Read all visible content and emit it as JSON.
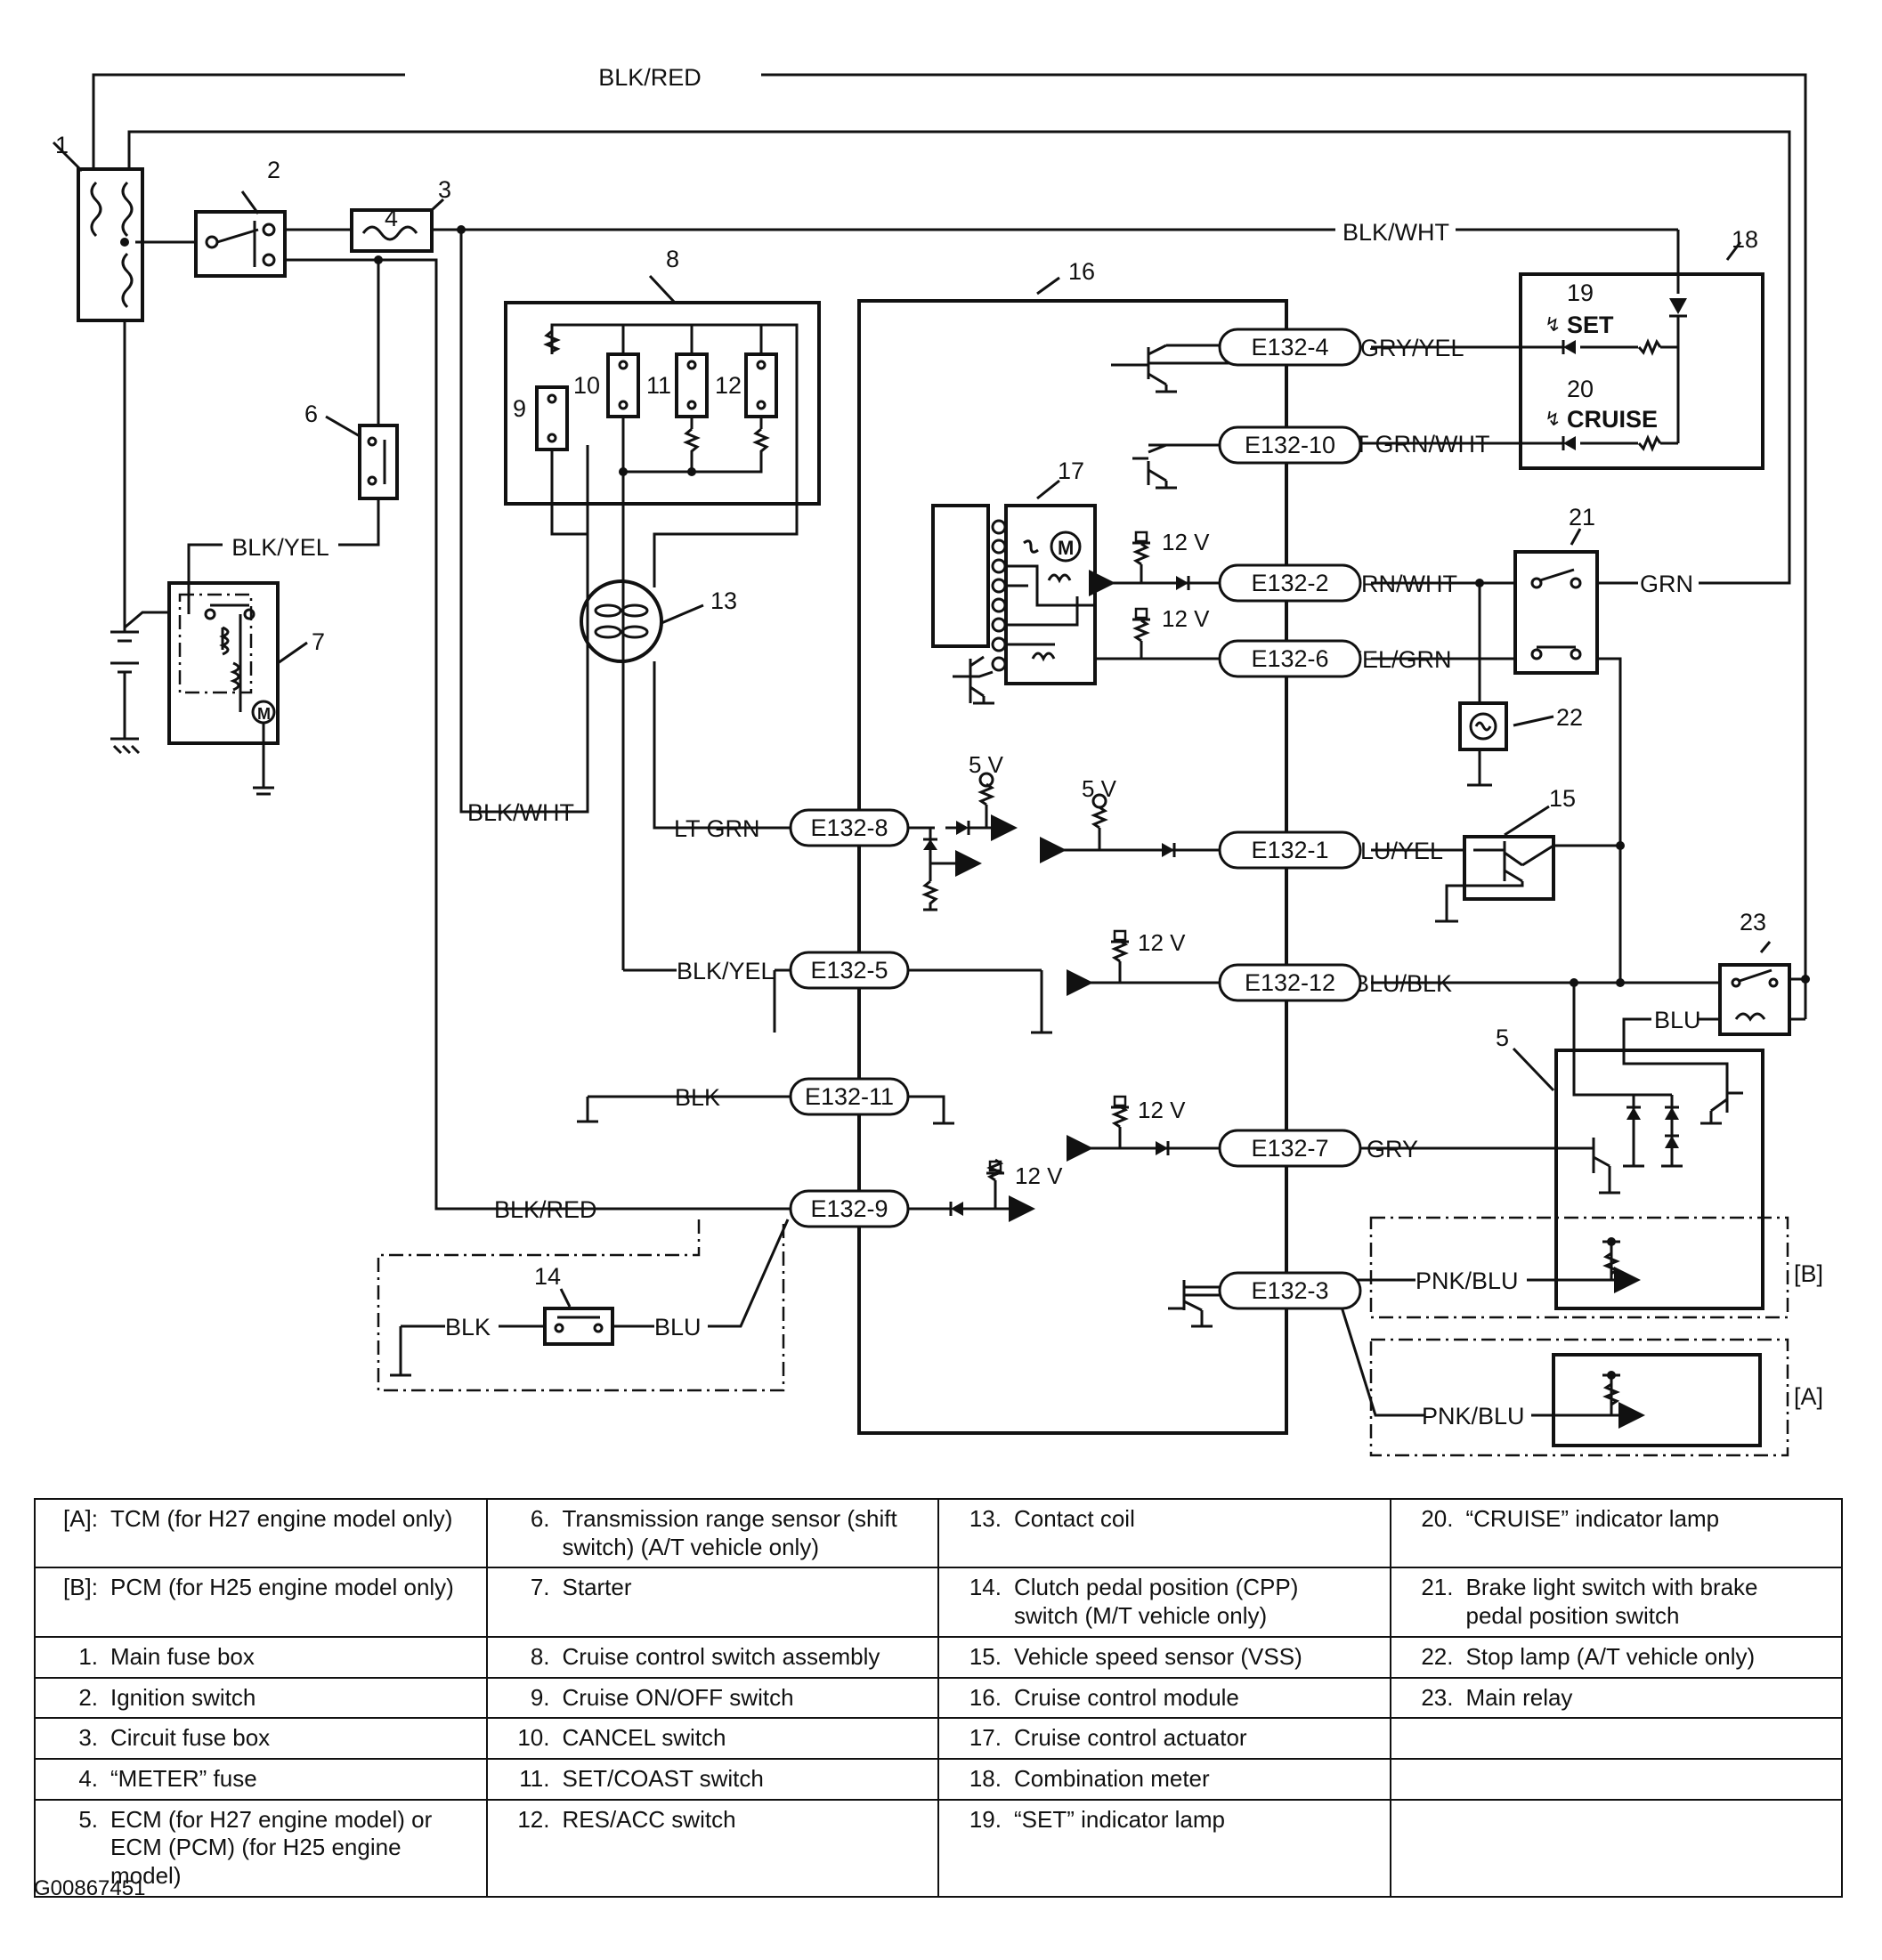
{
  "components": {
    "c1": "1",
    "c2": "2",
    "c3": "3",
    "c4": "4",
    "c5": "5",
    "c6": "6",
    "c7": "7",
    "c8": "8",
    "c9": "9",
    "c10": "10",
    "c11": "11",
    "c12": "12",
    "c13": "13",
    "c14": "14",
    "c15": "15",
    "c16": "16",
    "c17": "17",
    "c18": "18",
    "c19": "19",
    "c20": "20",
    "c21": "21",
    "c22": "22",
    "c23": "23"
  },
  "indicators": {
    "set": "SET",
    "cruise": "CRUISE"
  },
  "terminals": {
    "e132_4": "E132-4",
    "e132_10": "E132-10",
    "e132_2": "E132-2",
    "e132_6": "E132-6",
    "e132_8": "E132-8",
    "e132_1": "E132-1",
    "e132_5": "E132-5",
    "e132_12": "E132-12",
    "e132_11": "E132-11",
    "e132_7": "E132-7",
    "e132_9": "E132-9",
    "e132_3": "E132-3"
  },
  "wires": {
    "blk_red_top": "BLK/RED",
    "blk_wht_top": "BLK/WHT",
    "blk_yel_starter": "BLK/YEL",
    "blk_wht_left": "BLK/WHT",
    "lt_grn": "LT GRN",
    "blk_yel_mid": "BLK/YEL",
    "blk_mid": "BLK",
    "blk_red_low": "BLK/RED",
    "blk_cpp": "BLK",
    "blu_cpp": "BLU",
    "gry_yel": "GRY/YEL",
    "lt_grn_wht": "LT GRN/WHT",
    "grn_wht": "GRN/WHT",
    "grn": "GRN",
    "yel_grn": "YEL/GRN",
    "blu_yel": "BLU/YEL",
    "blu_blk": "BLU/BLK",
    "blu_relay": "BLU",
    "gry": "GRY",
    "pnk_blu_b": "PNK/BLU",
    "pnk_blu_a": "PNK/BLU"
  },
  "voltages": {
    "v12_a": "12 V",
    "v12_b": "12 V",
    "v5_a": "5 V",
    "v5_b": "5 V",
    "v12_c": "12 V",
    "v12_d": "12 V",
    "v12_e": "12 V"
  },
  "blocks": {
    "b": "[B]",
    "a": "[A]"
  },
  "legend": [
    [
      {
        "k": "[A]:",
        "v": "TCM (for H27 engine model only)"
      },
      {
        "k": "6.",
        "v": "Transmission range sensor (shift switch) (A/T vehicle only)"
      },
      {
        "k": "13.",
        "v": "Contact coil"
      },
      {
        "k": "20.",
        "v": "“CRUISE” indicator lamp"
      }
    ],
    [
      {
        "k": "[B]:",
        "v": "PCM (for H25 engine model only)"
      },
      {
        "k": "7.",
        "v": "Starter"
      },
      {
        "k": "14.",
        "v": "Clutch pedal position (CPP) switch (M/T vehicle only)"
      },
      {
        "k": "21.",
        "v": "Brake light switch with brake pedal position switch"
      }
    ],
    [
      {
        "k": "1.",
        "v": "Main fuse box"
      },
      {
        "k": "8.",
        "v": "Cruise control switch assembly"
      },
      {
        "k": "15.",
        "v": "Vehicle speed sensor (VSS)"
      },
      {
        "k": "22.",
        "v": "Stop lamp (A/T vehicle only)"
      }
    ],
    [
      {
        "k": "2.",
        "v": "Ignition switch"
      },
      {
        "k": "9.",
        "v": "Cruise ON/OFF switch"
      },
      {
        "k": "16.",
        "v": "Cruise control module"
      },
      {
        "k": "23.",
        "v": "Main relay"
      }
    ],
    [
      {
        "k": "3.",
        "v": "Circuit fuse box"
      },
      {
        "k": "10.",
        "v": "CANCEL switch"
      },
      {
        "k": "17.",
        "v": "Cruise control actuator"
      },
      {
        "k": "",
        "v": ""
      }
    ],
    [
      {
        "k": "4.",
        "v": "“METER” fuse"
      },
      {
        "k": "11.",
        "v": "SET/COAST switch"
      },
      {
        "k": "18.",
        "v": "Combination meter"
      },
      {
        "k": "",
        "v": ""
      }
    ],
    [
      {
        "k": "5.",
        "v": "ECM (for H27 engine model) or ECM (PCM) (for H25 engine model)"
      },
      {
        "k": "12.",
        "v": "RES/ACC switch"
      },
      {
        "k": "19.",
        "v": "“SET” indicator lamp"
      },
      {
        "k": "",
        "v": ""
      }
    ]
  ],
  "figure_id": "G00867451"
}
